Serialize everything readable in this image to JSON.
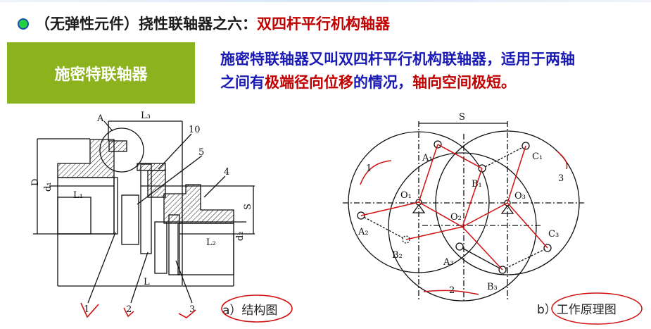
{
  "title": {
    "prefix": "（无弹性元件）挠性联轴器之六：",
    "highlight": "双四杆平行机构轴器"
  },
  "green_box": {
    "label": "施密特联轴器"
  },
  "description": {
    "part1": "施密特联轴器又叫双四杆平行机构联轴器，适用于两轴之间有",
    "part2_red": "极端径向位移",
    "part3": "的情况，",
    "part4_red": "轴向空间极短。"
  },
  "structure_diagram": {
    "labels": {
      "A": "A",
      "L3": "L₃",
      "n10": "10",
      "n5": "5",
      "n4": "4",
      "D": "D",
      "d1": "d₁",
      "L1": "L₁",
      "S": "S",
      "d2": "d₂",
      "L2": "L₂",
      "L": "L",
      "n1": "1",
      "n2": "2",
      "n3": "3"
    },
    "caption": "a）结构图"
  },
  "principle_diagram": {
    "labels": {
      "S": "S",
      "A1": "A₁",
      "B1": "B₁",
      "C1": "C₁",
      "O1": "O₁",
      "O2": "O₂",
      "O3": "O₃",
      "A2": "A₂",
      "B2": "B₂",
      "A3": "A₃",
      "B3": "B₃",
      "C3": "C₃",
      "n1": "1",
      "n2": "2",
      "n3": "3"
    },
    "caption": "b）工作原理图"
  },
  "colors": {
    "accent_green": "#8cb31e",
    "text_blue": "#1a1ab4",
    "text_red": "#c00000",
    "annotation_red": "#d01010"
  }
}
